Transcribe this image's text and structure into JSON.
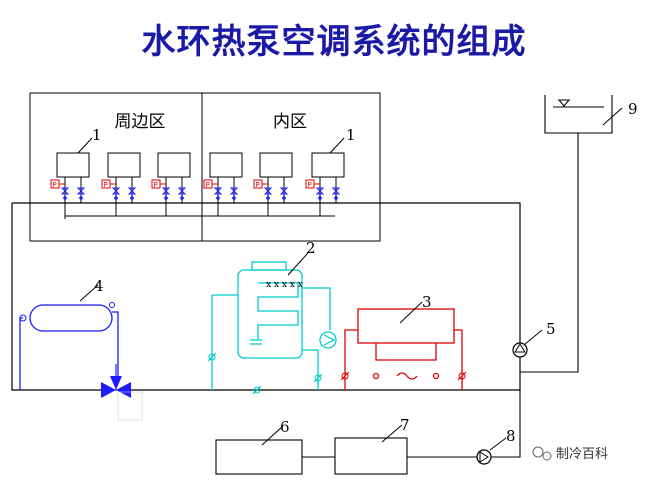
{
  "title": "水环热泵空调系统的组成",
  "zones": {
    "perimeter": "周边区",
    "interior": "内区"
  },
  "labels": {
    "unit_left": "1",
    "unit_right": "1",
    "heater": "2",
    "cooler": "3",
    "tank": "4",
    "pump_main": "5",
    "box6": "6",
    "box7": "7",
    "pump_low": "8",
    "expansion": "9"
  },
  "valve_letter": "P",
  "watermark": "制冷百科",
  "colors": {
    "title": "#1a1aa6",
    "blue": "#1c1cff",
    "cyan": "#00cccc",
    "red": "#e00000",
    "black": "#000000"
  }
}
